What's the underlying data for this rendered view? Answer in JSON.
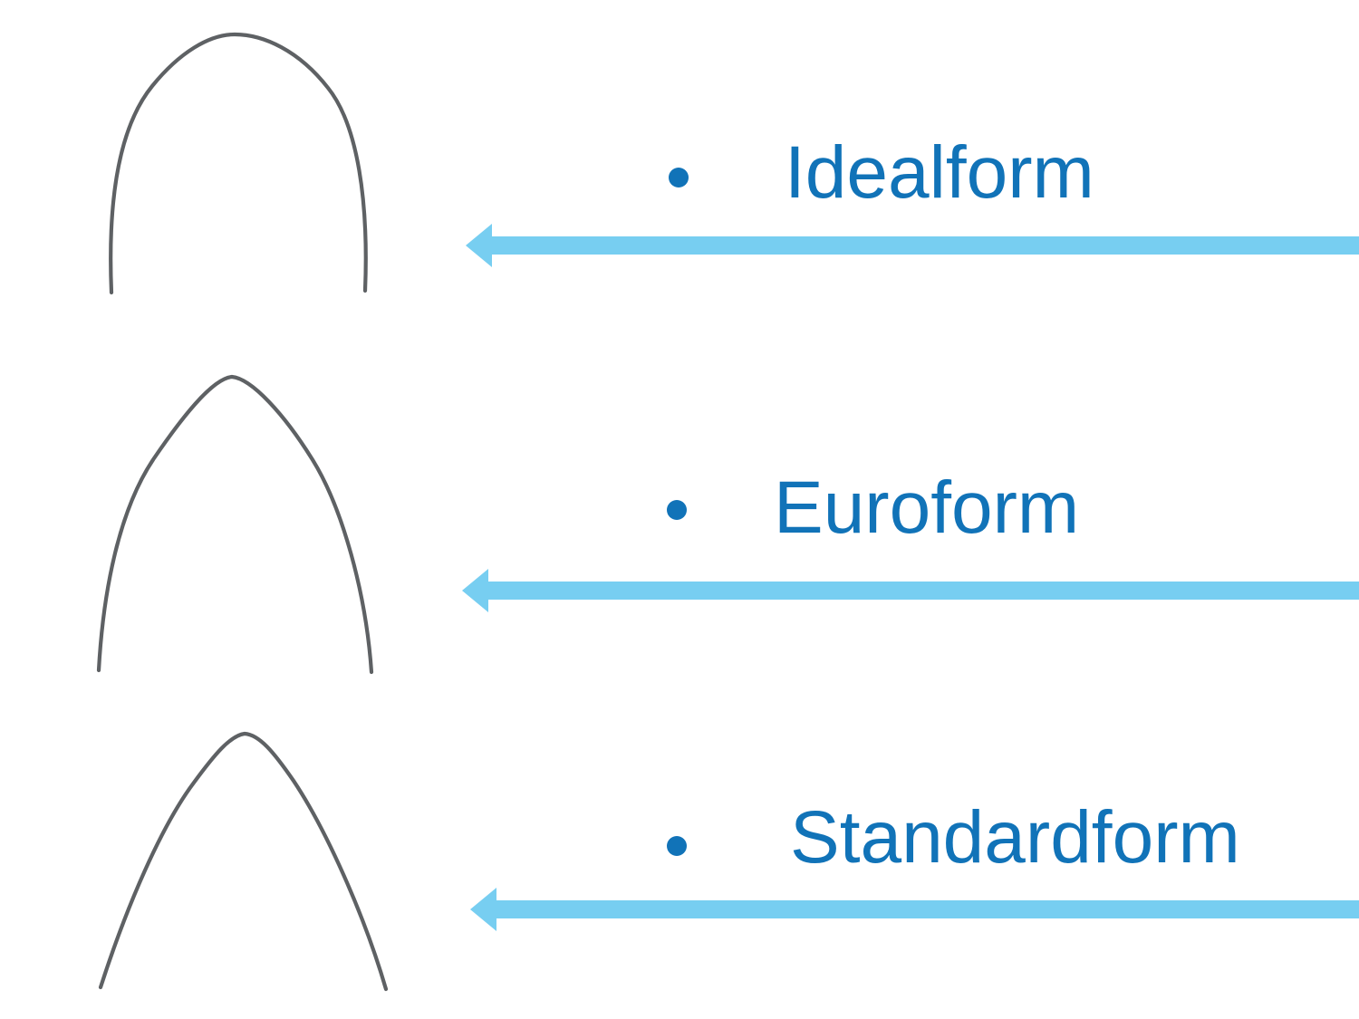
{
  "colors": {
    "accent_blue": "#1173b8",
    "arrow_blue": "#77cef1",
    "wire_gray": "#5e6164",
    "background": "#ffffff"
  },
  "slide": {
    "rows": [
      {
        "label": "Idealform",
        "arch_icon": "ideal-archform-wire-icon",
        "arrow_icon": "left-arrow-icon",
        "bullet_icon": "filled-circle-bullet-icon"
      },
      {
        "label": "Euroform",
        "arch_icon": "euro-archform-wire-icon",
        "arrow_icon": "left-arrow-icon",
        "bullet_icon": "filled-circle-bullet-icon"
      },
      {
        "label": "Standardform",
        "arch_icon": "standard-archform-wire-icon",
        "arrow_icon": "left-arrow-icon",
        "bullet_icon": "filled-circle-bullet-icon"
      }
    ]
  }
}
